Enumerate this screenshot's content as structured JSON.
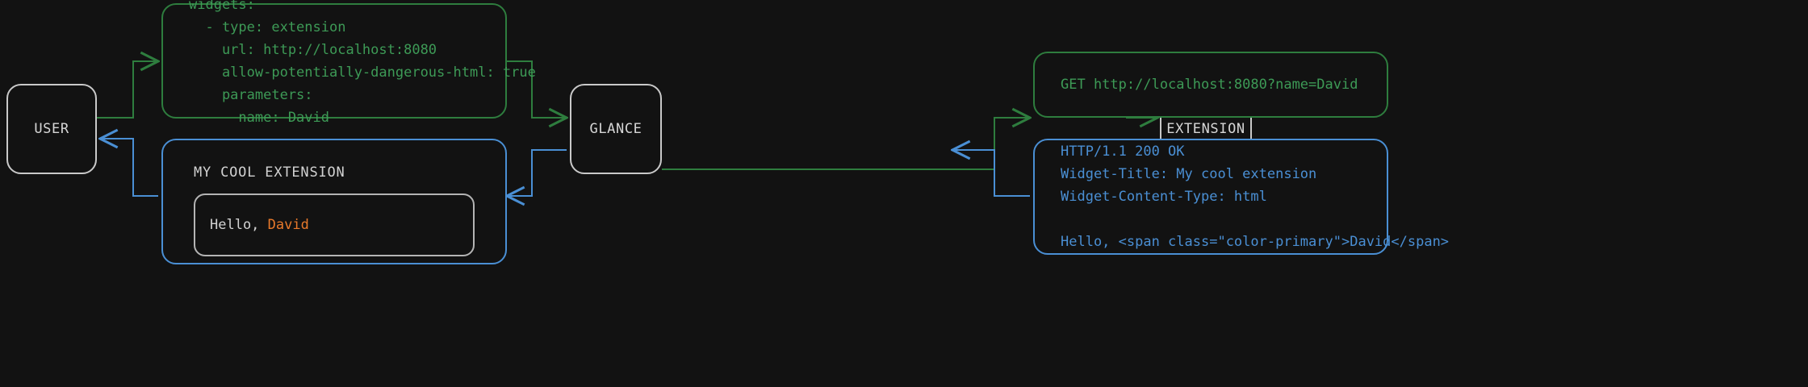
{
  "theme": {
    "background": "#121212",
    "node_border": "#c9c9c9",
    "node_text": "#d6d6d6",
    "request_green": "#3d9a56",
    "request_green_border": "#2e7d3e",
    "response_blue": "#4a8fd4",
    "accent_orange": "#e8792b"
  },
  "nodes": {
    "user": {
      "label": "USER"
    },
    "glance": {
      "label": "GLANCE"
    },
    "extension": {
      "label": "EXTENSION"
    }
  },
  "messages": {
    "config_yaml": {
      "direction": "user-to-glance",
      "color": "green",
      "text": "widgets:\n  - type: extension\n    url: http://localhost:8080\n    allow-potentially-dangerous-html: true\n    parameters:\n      name: David"
    },
    "http_request": {
      "direction": "glance-to-extension",
      "color": "green",
      "text": "GET http://localhost:8080?name=David"
    },
    "http_response": {
      "direction": "extension-to-glance",
      "color": "blue",
      "text": "HTTP/1.1 200 OK\nWidget-Title: My cool extension\nWidget-Content-Type: html\n\nHello, <span class=\"color-primary\">David</span>"
    }
  },
  "widget_preview": {
    "direction": "glance-to-user",
    "color": "blue",
    "title": "MY COOL EXTENSION",
    "body_prefix": "Hello, ",
    "body_accent": "David"
  }
}
